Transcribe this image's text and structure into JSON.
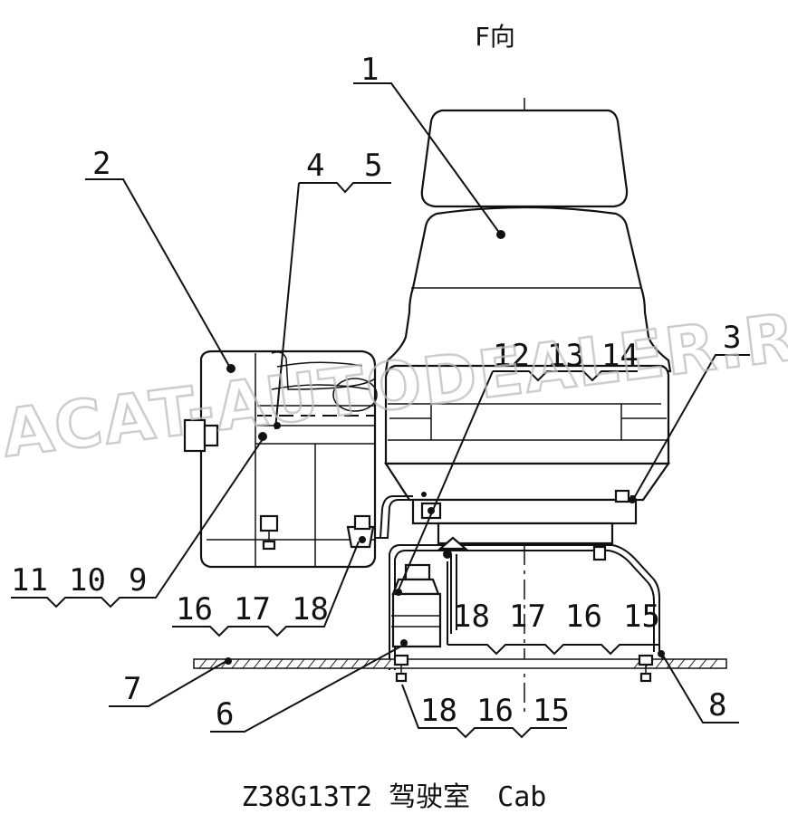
{
  "view_label": "F向",
  "caption": "Z38G13T2 驾驶室　Cab",
  "watermark": "ACAT-AUTODEALER.RU",
  "callouts": {
    "c1": "1",
    "c2": "2",
    "c3": "3",
    "c4": "4",
    "c5": "5",
    "c6": "6",
    "c7": "7",
    "c8": "8",
    "c11": "11",
    "c10": "10",
    "c9": "9",
    "c16a": "16",
    "c17a": "17",
    "c18a": "18",
    "c12": "12",
    "c13": "13",
    "c14": "14",
    "c18b": "18",
    "c17b": "17",
    "c16b": "16",
    "c15b": "15",
    "c18c": "18",
    "c16c": "16",
    "c15c": "15"
  }
}
